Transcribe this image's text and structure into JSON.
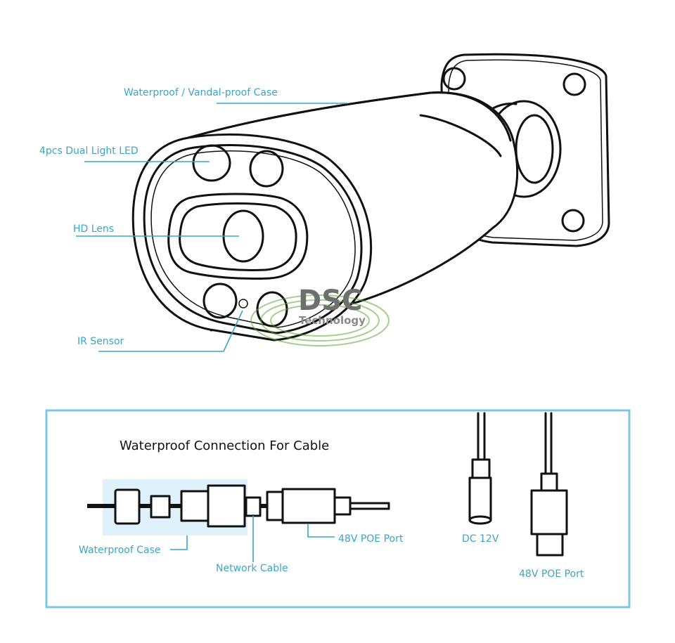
{
  "camera_labels": {
    "case": "Waterproof / Vandal-proof Case",
    "led": "4pcs Dual Light LED",
    "lens": "HD Lens",
    "ir": "IR Sensor"
  },
  "watermark": {
    "brand": "DSC",
    "sub": "Technology",
    "color": "#5aa832"
  },
  "connection": {
    "title": "Waterproof  Connection For Cable",
    "waterproof_case": "Waterproof Case",
    "network_cable": "Network Cable",
    "poe_port_left": "48V POE Port",
    "dc": "DC 12V",
    "poe_port_right": "48V POE Port"
  },
  "colors": {
    "accent": "#3aa6c9",
    "highlight": "#dff1fa",
    "frame": "#7cc7e3"
  }
}
